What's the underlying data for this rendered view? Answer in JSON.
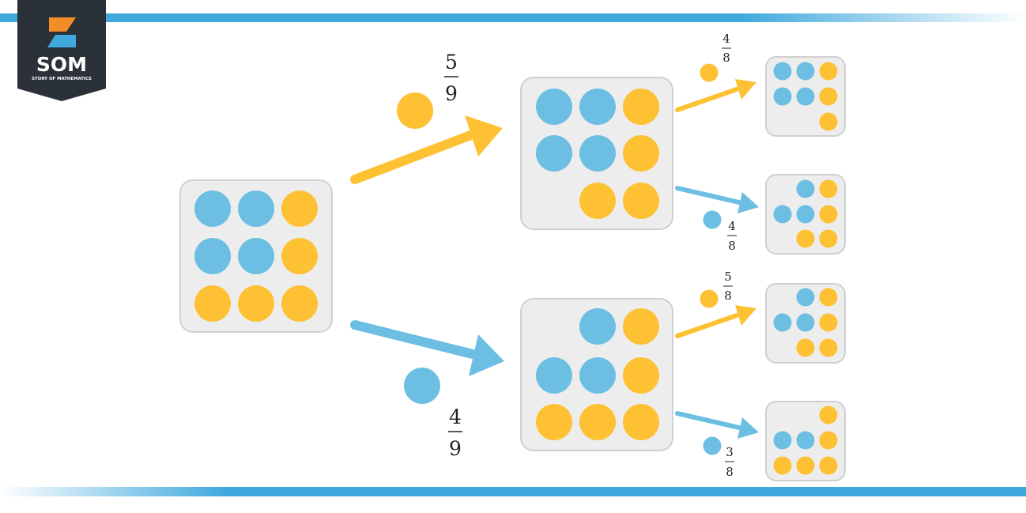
{
  "logo": {
    "text": "SOM",
    "subtitle": "STORY OF MATHEMATICS"
  },
  "colors": {
    "blue": "#6CBFE2",
    "yellow": "#FDC133",
    "box_fill": "#EDEDED",
    "box_stroke": "#D0D0D0",
    "bar": "#3FA9DD",
    "logo_bg": "#2A3138",
    "logo_orange": "#F48D28"
  },
  "icons": [
    "logo-badge-icon",
    "arrow-icon",
    "ball-icon"
  ],
  "root_box": {
    "blue": 4,
    "yellow": 5
  },
  "branches": {
    "first_yellow": {
      "probability": {
        "numerator": "5",
        "denominator": "9"
      },
      "box": {
        "blue": 4,
        "yellow": 4
      }
    },
    "first_blue": {
      "probability": {
        "numerator": "4",
        "denominator": "9"
      },
      "box": {
        "blue": 3,
        "yellow": 5
      }
    },
    "second": [
      {
        "from": "first_yellow",
        "ball": "yellow",
        "probability": {
          "numerator": "4",
          "denominator": "8"
        },
        "box": {
          "blue": 4,
          "yellow": 3
        }
      },
      {
        "from": "first_yellow",
        "ball": "blue",
        "probability": {
          "numerator": "4",
          "denominator": "8"
        },
        "box": {
          "blue": 3,
          "yellow": 4
        }
      },
      {
        "from": "first_blue",
        "ball": "yellow",
        "probability": {
          "numerator": "5",
          "denominator": "8"
        },
        "box": {
          "blue": 3,
          "yellow": 4
        }
      },
      {
        "from": "first_blue",
        "ball": "blue",
        "probability": {
          "numerator": "3",
          "denominator": "8"
        },
        "box": {
          "blue": 2,
          "yellow": 5
        }
      }
    ]
  }
}
